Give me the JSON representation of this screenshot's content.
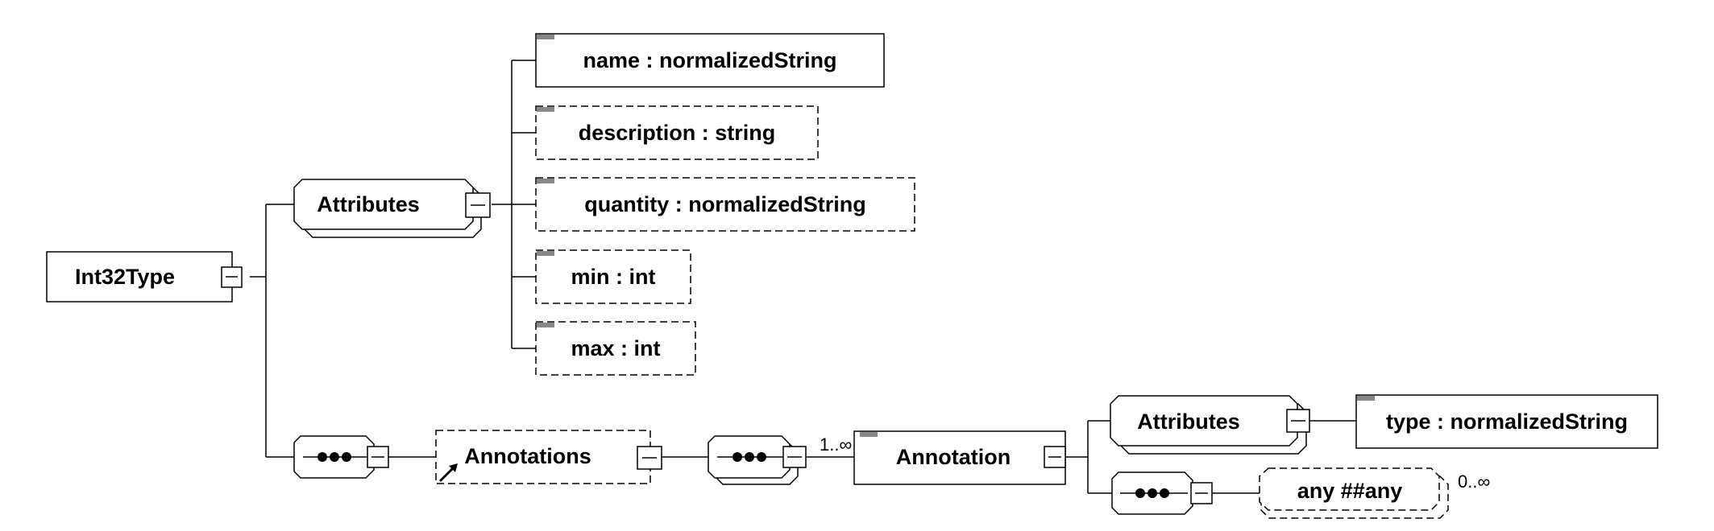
{
  "root": {
    "label": "Int32Type"
  },
  "attributes_group": {
    "label": "Attributes",
    "items": [
      {
        "label": "name : normalizedString",
        "optional": false
      },
      {
        "label": "description : string",
        "optional": true
      },
      {
        "label": "quantity : normalizedString",
        "optional": true
      },
      {
        "label": "min : int",
        "optional": true
      },
      {
        "label": "max : int",
        "optional": true
      }
    ]
  },
  "annotations": {
    "label": "Annotations"
  },
  "annotation": {
    "label": "Annotation",
    "occurrence": "1..∞",
    "attributes_group": {
      "label": "Attributes"
    },
    "type_attribute": {
      "label": "type : normalizedString"
    },
    "any": {
      "label": "any  ##any",
      "occurrence": "0..∞"
    }
  }
}
